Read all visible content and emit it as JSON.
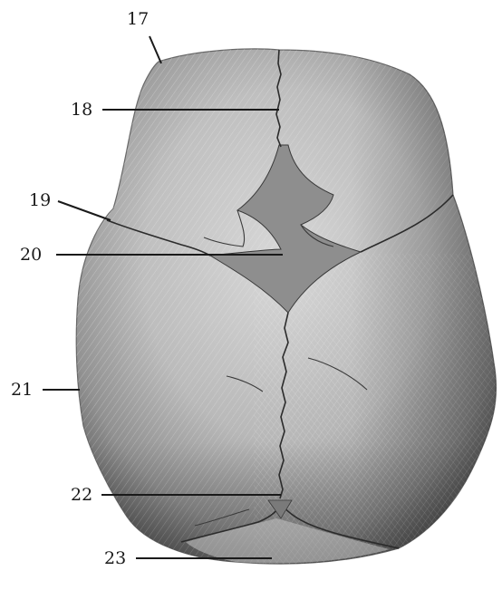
{
  "figure": {
    "subject": "skull-superior-view-illustration",
    "colors": {
      "bone_light": "#e6e6e6",
      "bone_mid": "#b8b8b8",
      "bone_dark": "#7a7a7a",
      "fontanelle": "#8e8e8e",
      "label_ink": "#1a1a1a",
      "background": "#ffffff"
    },
    "callouts": [
      {
        "id": "17",
        "text": "17"
      },
      {
        "id": "18",
        "text": "18"
      },
      {
        "id": "19",
        "text": "19"
      },
      {
        "id": "20",
        "text": "20"
      },
      {
        "id": "21",
        "text": "21"
      },
      {
        "id": "22",
        "text": "22"
      },
      {
        "id": "23",
        "text": "23"
      }
    ]
  }
}
